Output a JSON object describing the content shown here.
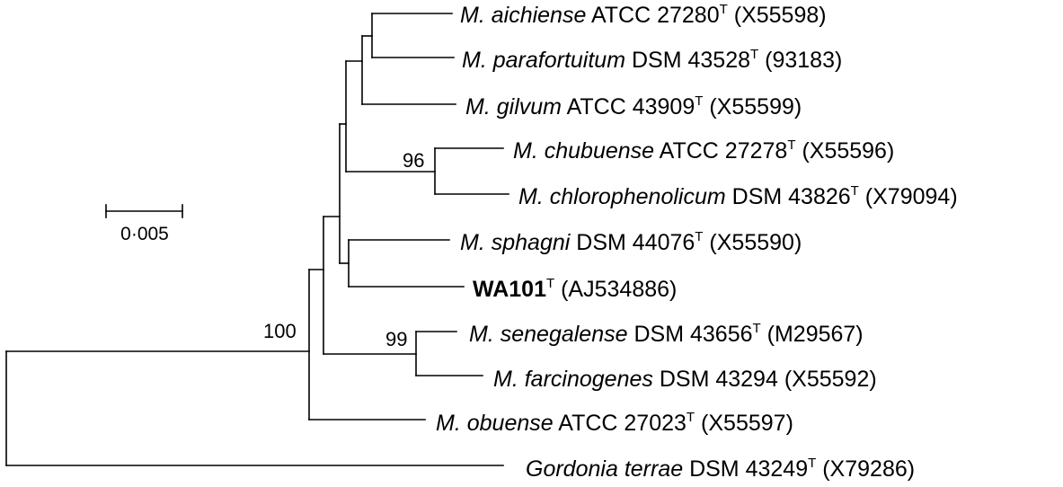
{
  "tree": {
    "taxa": [
      {
        "id": "aichiense",
        "genus": "M.",
        "species": "aichiense",
        "strain": "ATCC 27280",
        "type_strain": true,
        "accession": "(X55598)"
      },
      {
        "id": "parafortuitum",
        "genus": "M.",
        "species": "parafortuitum",
        "strain": "DSM 43528",
        "type_strain": true,
        "accession": "(93183)"
      },
      {
        "id": "gilvum",
        "genus": "M.",
        "species": "gilvum",
        "strain": "ATCC 43909",
        "type_strain": true,
        "accession": "(X55599)"
      },
      {
        "id": "chubuense",
        "genus": "M.",
        "species": "chubuense",
        "strain": "ATCC 27278",
        "type_strain": true,
        "accession": "(X55596)"
      },
      {
        "id": "chlorophenolicum",
        "genus": "M.",
        "species": "chlorophenolicum",
        "strain": "DSM 43826",
        "type_strain": true,
        "accession": "(X79094)"
      },
      {
        "id": "sphagni",
        "genus": "M.",
        "species": "sphagni",
        "strain": "DSM 44076",
        "type_strain": true,
        "accession": "(X55590)"
      },
      {
        "id": "wa101",
        "genus": "",
        "species": "",
        "strain": "WA101",
        "type_strain": true,
        "accession": "(AJ534886)",
        "bold": true
      },
      {
        "id": "senegalense",
        "genus": "M.",
        "species": "senegalense",
        "strain": "DSM 43656",
        "type_strain": true,
        "accession": "(M29567)"
      },
      {
        "id": "farcinogenes",
        "genus": "M.",
        "species": "farcinogenes",
        "strain": "DSM 43294",
        "type_strain": false,
        "accession": "(X55592)"
      },
      {
        "id": "obuense",
        "genus": "M.",
        "species": "obuense",
        "strain": "ATCC 27023",
        "type_strain": true,
        "accession": "(X55597)"
      },
      {
        "id": "gordonia",
        "genus": "Gordonia",
        "species": "terrae",
        "strain": "DSM 43249",
        "type_strain": true,
        "accession": "(X79286)"
      }
    ],
    "type_marker": "T",
    "bootstrap": [
      {
        "id": "chub_clade",
        "value": "96"
      },
      {
        "id": "seneg_clade",
        "value": "99"
      },
      {
        "id": "myco_clade",
        "value": "100"
      }
    ],
    "scale_bar": {
      "label": "0·005"
    }
  }
}
